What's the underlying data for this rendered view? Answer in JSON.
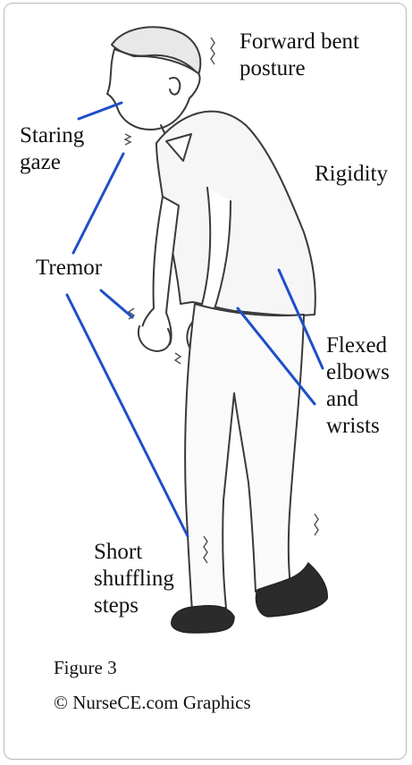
{
  "labels": {
    "forward_posture": "Forward bent\nposture",
    "staring_gaze": "Staring\ngaze",
    "rigidity": "Rigidity",
    "tremor": "Tremor",
    "flexed": "Flexed\nelbows\nand\nwrists",
    "steps": "Short\nshuffling\nsteps"
  },
  "caption": "Figure 3",
  "credit": "© NurseCE.com Graphics",
  "colors": {
    "leader_line": "#1f4fc7",
    "sketch": "#3a3a3a",
    "shoe": "#2b2b2b"
  }
}
